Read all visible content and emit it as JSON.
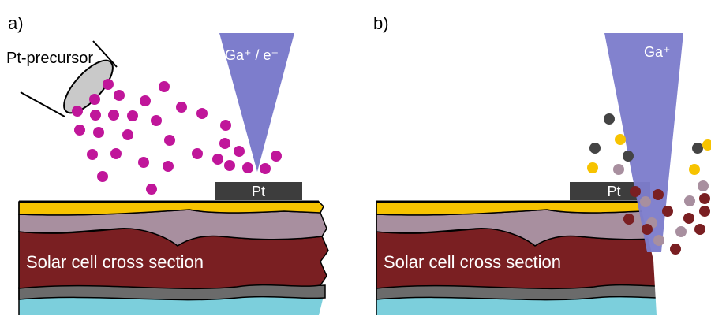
{
  "panel_a": {
    "label": "a)",
    "precursor_label": "Pt-precursor",
    "beam_label": "Ga⁺ / e⁻",
    "pad_label": "Pt",
    "section_label": "Solar cell cross section"
  },
  "panel_b": {
    "label": "b)",
    "beam_label": "Ga⁺",
    "pad_label": "Pt",
    "section_label": "Solar cell cross section"
  },
  "colors": {
    "beam": "#7d7dcc",
    "pt_particle": "#c0169a",
    "pt_pad": "#3d3d3d",
    "layer_gold": "#f7c300",
    "layer_mauve": "#a88f9f",
    "layer_maroon": "#7a1f22",
    "layer_grey": "#6b6b6b",
    "layer_cyan": "#7ccfdc",
    "debris_dark": "#444444",
    "debris_gold": "#f7c300",
    "debris_mauve": "#a88f9f",
    "debris_maroon": "#7a1f22"
  }
}
